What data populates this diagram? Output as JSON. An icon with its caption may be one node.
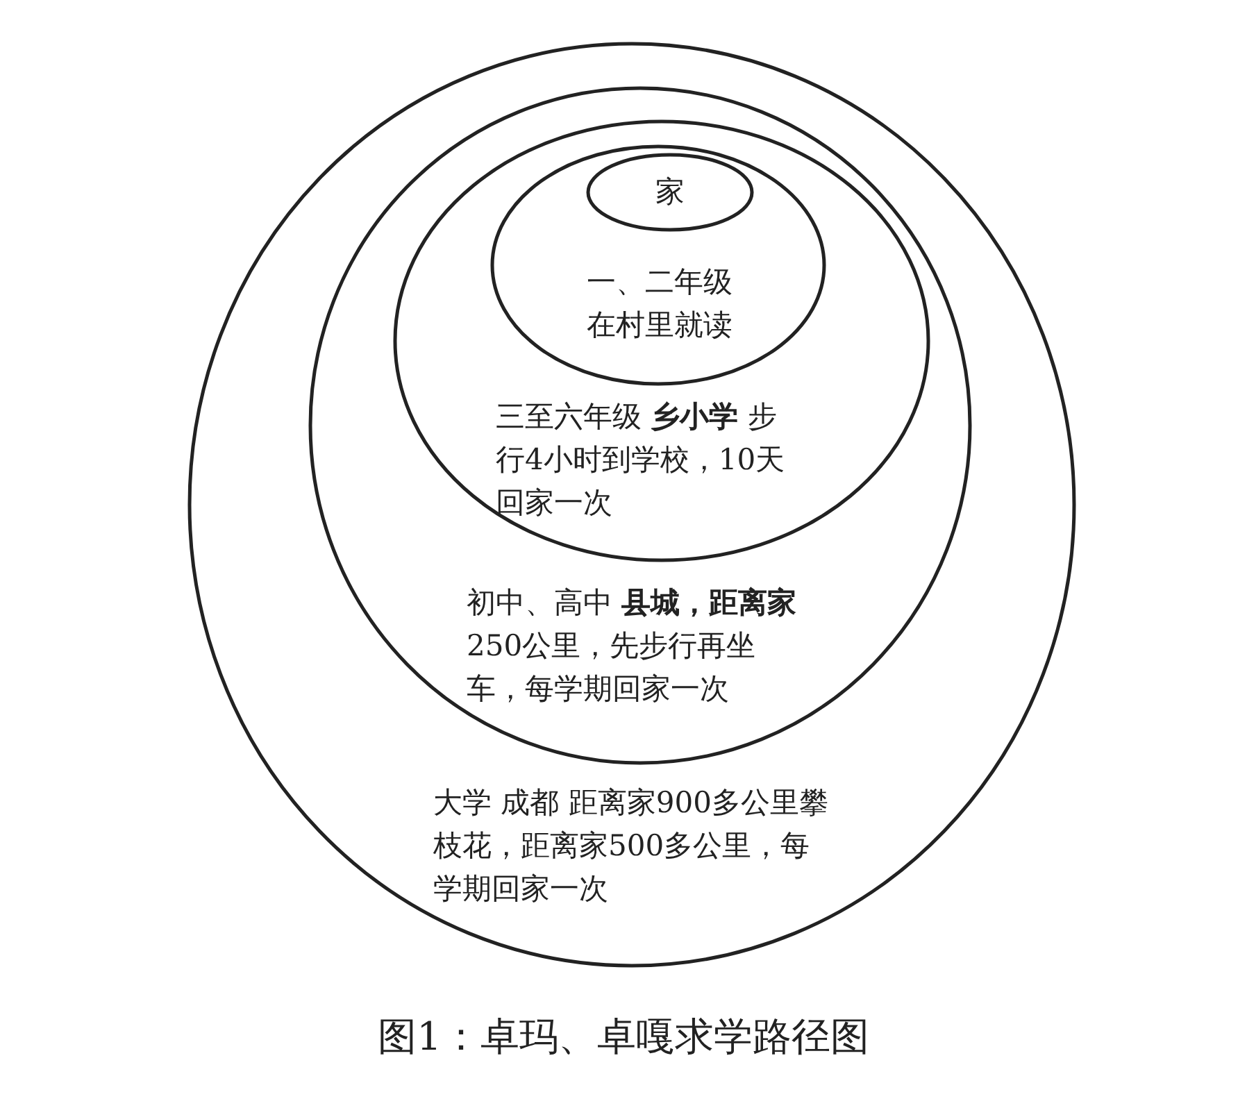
{
  "diagram": {
    "caption": "图1：卓玛、卓嘎求学路径图",
    "nodes": [
      {
        "text": [
          "大学 成都 距离家900多公里攀枝花，距离家500多公里，每学期回家一次"
        ]
      },
      {
        "text": [
          "初中、高中 **县城，距离家**250公里，先步行再坐车，每学期回家一次"
        ],
        "in": 0
      },
      {
        "text": [
          "三至六年级 **乡小学** 步行4小时到学校，10天回家一次"
        ],
        "in": 1
      },
      {
        "text": [
          "一、二年级在村里就读"
        ],
        "in": 2
      },
      {
        "text": [
          "家"
        ],
        "in": 3
      }
    ]
  }
}
